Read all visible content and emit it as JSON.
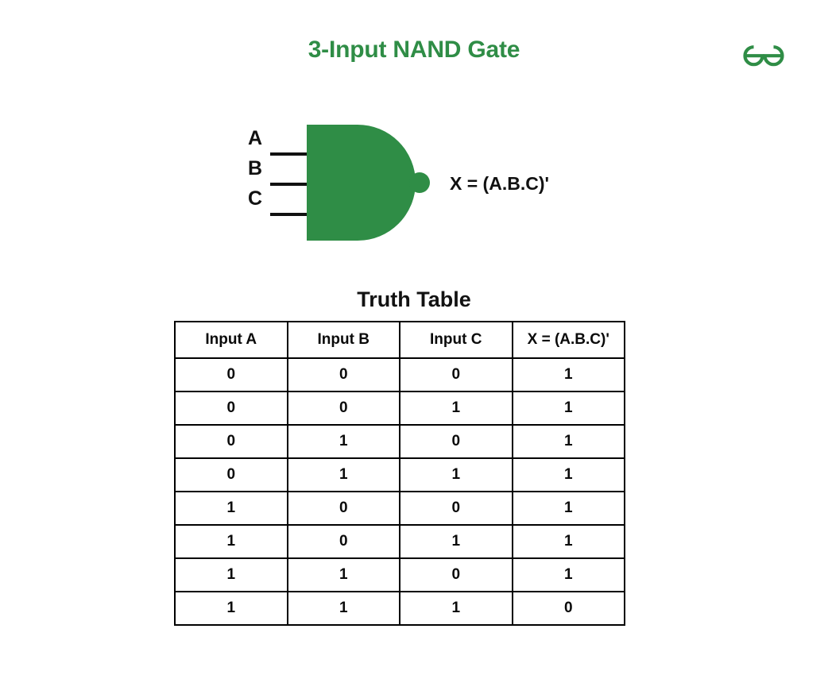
{
  "page": {
    "title": "3-Input NAND Gate",
    "background": "#ffffff",
    "accent_color": "#2f8d46",
    "text_color": "#000000"
  },
  "brand": {
    "logo_name": "geeksforgeeks-logo",
    "logo_color": "#2f8d46"
  },
  "diagram": {
    "name": "3-input-nand-gate-symbol",
    "gate_fill": "#2f8d46",
    "wire_color": "#111111",
    "inputs": [
      {
        "label": "A"
      },
      {
        "label": "B"
      },
      {
        "label": "C"
      }
    ],
    "output_expression": "X = (A.B.C)'",
    "bubble_name": "inverting-bubble"
  },
  "truth_table": {
    "heading": "Truth Table",
    "columns": [
      "Input A",
      "Input B",
      "Input C",
      "X = (A.B.C)'"
    ],
    "rows": [
      [
        "0",
        "0",
        "0",
        "1"
      ],
      [
        "0",
        "0",
        "1",
        "1"
      ],
      [
        "0",
        "1",
        "0",
        "1"
      ],
      [
        "0",
        "1",
        "1",
        "1"
      ],
      [
        "1",
        "0",
        "0",
        "1"
      ],
      [
        "1",
        "0",
        "1",
        "1"
      ],
      [
        "1",
        "1",
        "0",
        "1"
      ],
      [
        "1",
        "1",
        "1",
        "0"
      ]
    ]
  }
}
